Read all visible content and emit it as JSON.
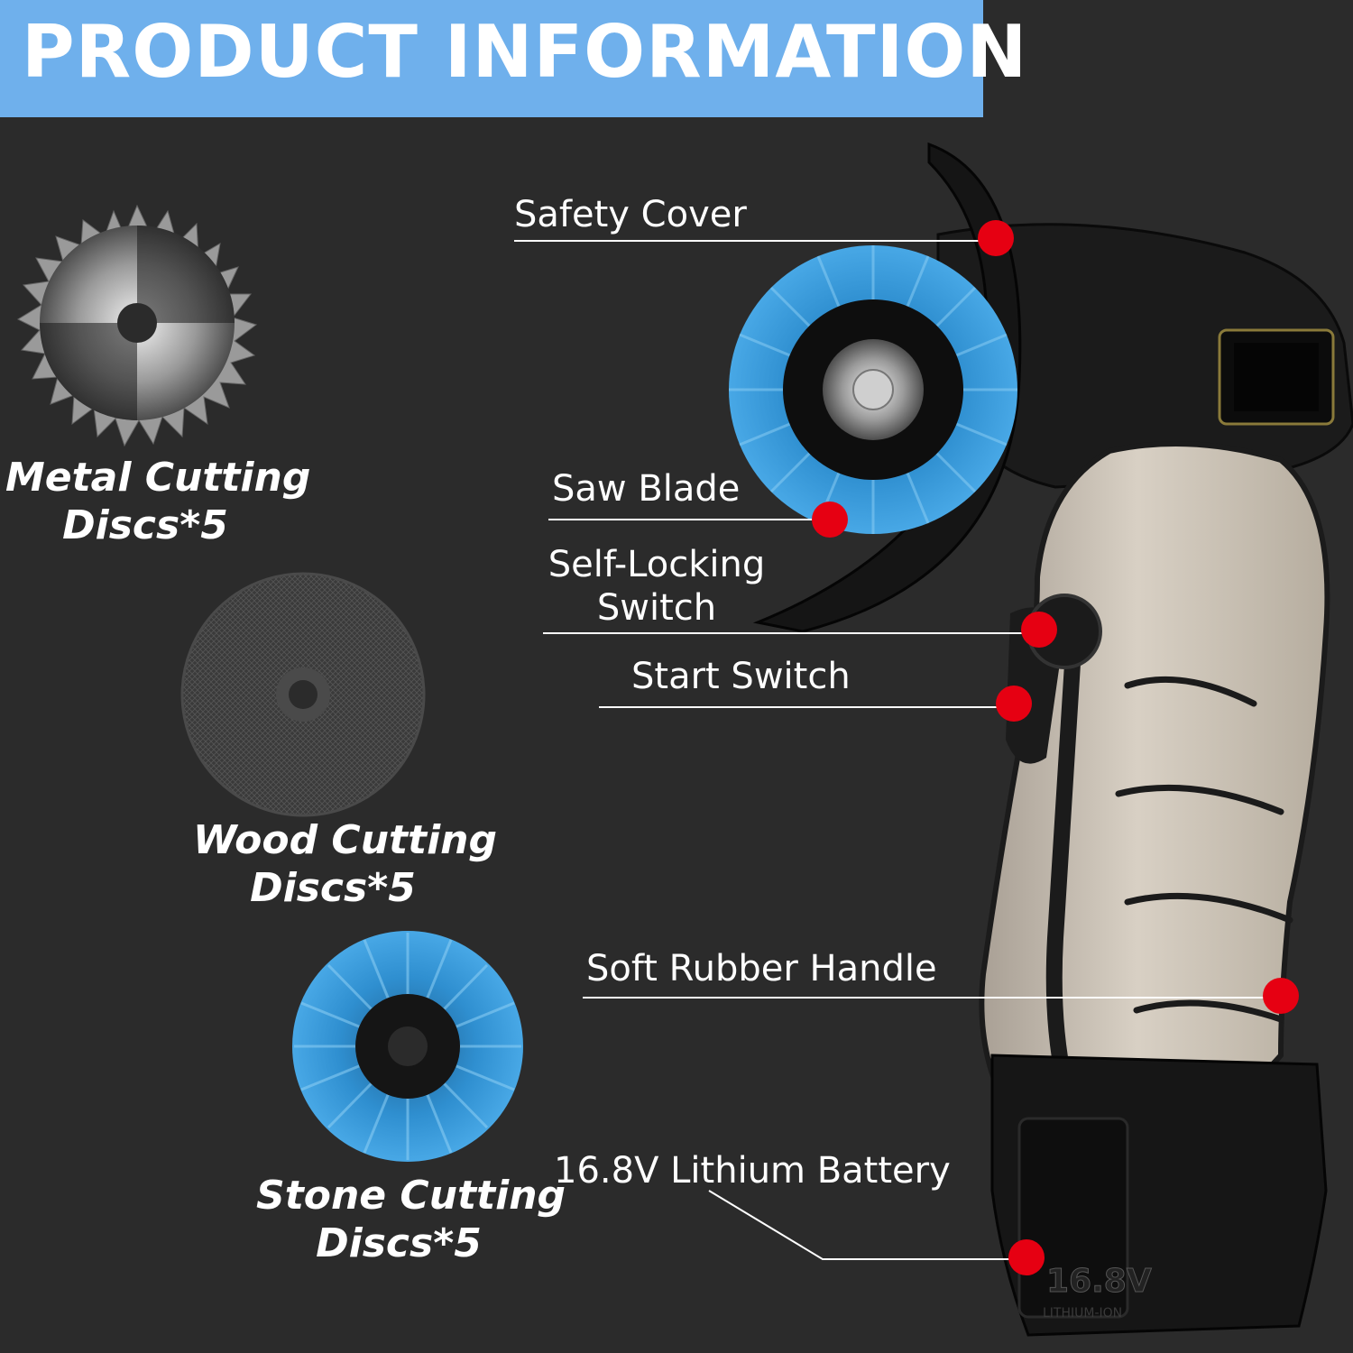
{
  "banner": {
    "title": "PRODUCT INFORMATION"
  },
  "callouts": {
    "safety_cover": "Safety Cover",
    "saw_blade": "Saw Blade",
    "self_locking_line1": "Self-Locking",
    "self_locking_line2": "Switch",
    "start_switch": "Start Switch",
    "soft_rubber_handle": "Soft Rubber Handle",
    "battery": "16.8V Lithium Battery"
  },
  "discs": [
    {
      "line1": "Metal Cutting",
      "line2": "Discs*5"
    },
    {
      "line1": "Wood Cutting",
      "line2": "Discs*5"
    },
    {
      "line1": "Stone Cutting",
      "line2": "Discs*5"
    }
  ],
  "battery_marking": {
    "voltage": "16.8V",
    "chemistry": "LITHIUM-ION"
  },
  "colors": {
    "background": "#2b2b2b",
    "banner": "#6fb0ec",
    "marker": "#e60012",
    "flap_blue": "#2f8fd0",
    "handle_beige": "#c9c0b3"
  }
}
